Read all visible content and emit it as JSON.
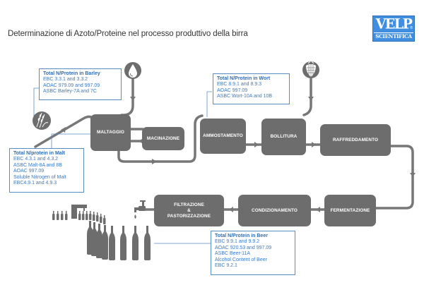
{
  "title": "Determinazione di Azoto/Proteine nel processo produttivo della birra",
  "logo": {
    "top": "VELP",
    "bottom": "SCIENTIFICA",
    "mark": "®"
  },
  "colors": {
    "step_fill": "#6d6d6d",
    "pipe": "#777777",
    "info_border": "#5a8cc4",
    "info_text": "#3a7ac6",
    "logo_bg": "#3f8ee0"
  },
  "icons": {
    "water": "water-drop-icon",
    "barley": "barley-icon",
    "hops": "hop-cone-icon",
    "tap": "tap-faucet-icon",
    "bottles": "bottling-line-icon"
  },
  "steps": {
    "maltaggio": "MALTAGGIO",
    "macinazione": "MACINAZIONE",
    "ammostamento": "AMMOSTAMENTO",
    "bollitura": "BOLLITURA",
    "raffreddamento": "RAFFREDDAMENTO",
    "fermentazione": "FERMENTAZIONE",
    "condizionamento": "CONDIZIONAMENTO",
    "filtrazione_l1": "FILTRAZIONE",
    "filtrazione_l2": "&",
    "filtrazione_l3": "PASTORIZZAZIONE"
  },
  "info": {
    "barley": {
      "heading": "Total N/Protein in Barley",
      "lines": [
        "EBC 3.3.1 and 3.3.2",
        "AOAC 979.09 and 997.09",
        "ASBC Barley-7A and 7C"
      ]
    },
    "malt": {
      "heading": "Total N/protein in Malt",
      "lines": [
        "EBC 4.3.1 and 4.3.2",
        "ASBC Malt-8A and 8B",
        "AOAC 997.09",
        "Soluble Nitrogen of Malt",
        "EBC4.9.1 and 4.9.3"
      ]
    },
    "wort": {
      "heading": "Total N/Protein in Wort",
      "lines": [
        "EBC 8.9.1 and 8.9.3",
        "AOAC 997.09",
        "ASBC Wort-10A and 10B"
      ]
    },
    "beer": {
      "heading": "Total N/Protein in Beer",
      "lines": [
        "EBC 9.9.1 and 9.9.2",
        "AOAC 920.53 and 997.09",
        "ASBC Beer-11A",
        "Alcohol Content of Beer",
        "EBC 9.2.1"
      ]
    }
  }
}
